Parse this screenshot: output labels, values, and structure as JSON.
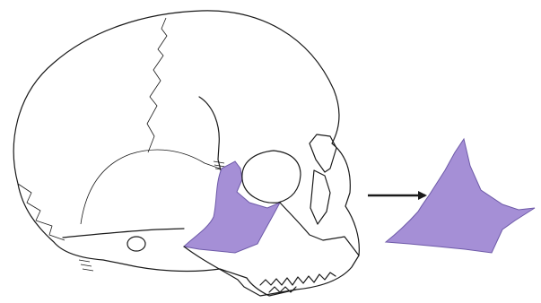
{
  "figure": {
    "subject": "lateral-view-skull",
    "highlighted_bone": "zygomatic-bone",
    "colors": {
      "highlight_fill": "#a58fd6",
      "highlight_stroke": "#6e5aa8",
      "line": "#1a1a1a",
      "background": "#ffffff"
    },
    "arrow": {
      "direction": "right"
    }
  }
}
